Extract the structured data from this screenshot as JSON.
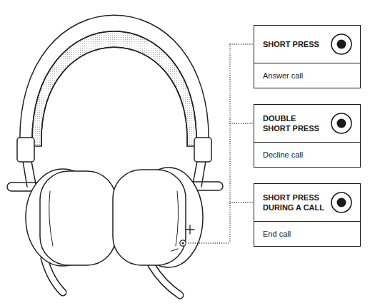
{
  "diagram": {
    "nodes": [
      {
        "text": [
          "SHORT PRESS",
          "Answer call"
        ]
      },
      {
        "text": [
          "DOUBLE SHORT PRESS",
          "Decline call"
        ]
      },
      {
        "text": [
          "SHORT PRESS DURING A CALL",
          "End call"
        ]
      }
    ]
  }
}
